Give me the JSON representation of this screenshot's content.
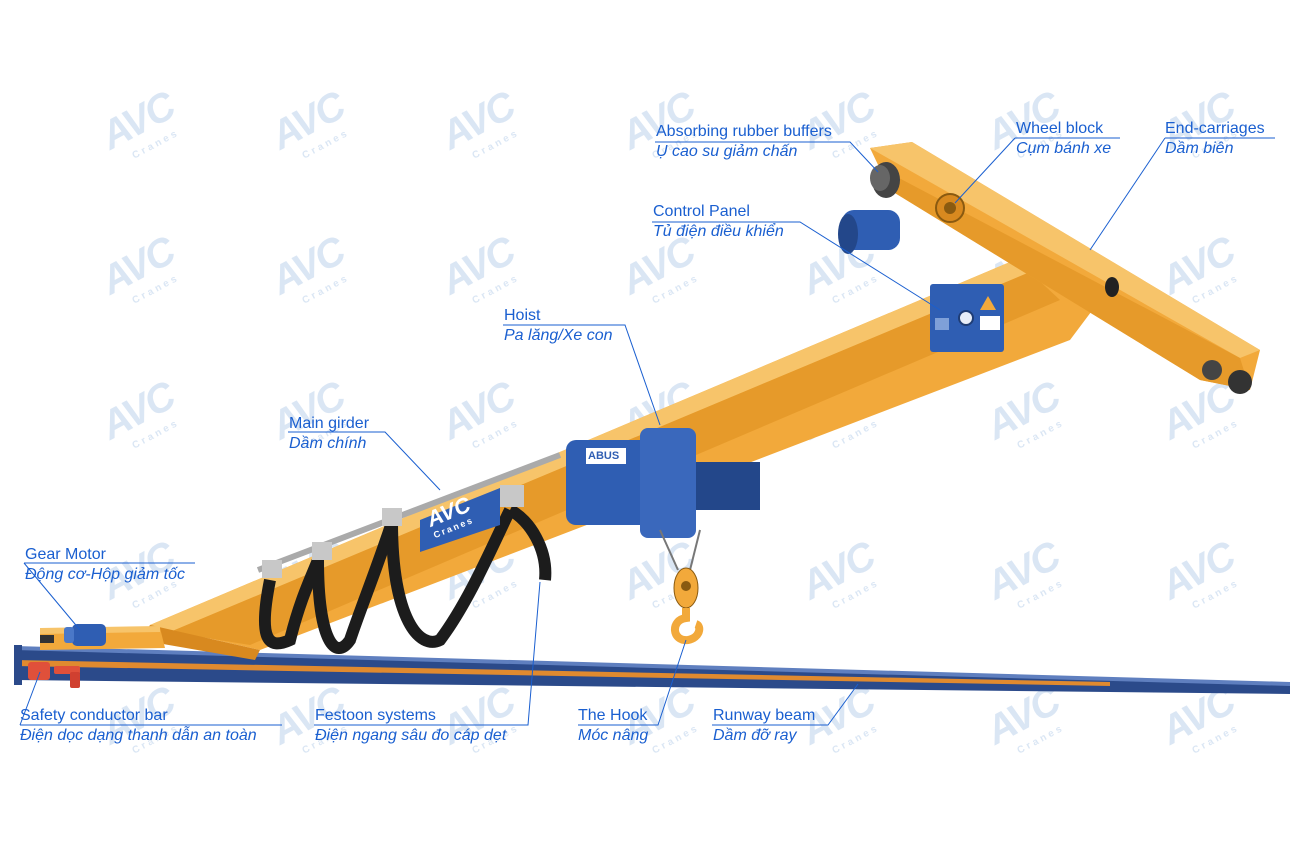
{
  "watermark": {
    "brand": "AVC",
    "sub": "Cranes"
  },
  "labels": {
    "absorbing_buffers": {
      "en": "Absorbing rubber buffers",
      "vi": "Ụ cao su giảm chấn"
    },
    "wheel_block": {
      "en": "Wheel block",
      "vi": "Cụm bánh xe"
    },
    "end_carriages": {
      "en": "End-carriages",
      "vi": "Dầm biên"
    },
    "control_panel": {
      "en": "Control Panel",
      "vi": "Tủ điện điều khiển"
    },
    "hoist": {
      "en": "Hoist",
      "vi": "Pa lăng/Xe con"
    },
    "main_girder": {
      "en": "Main girder",
      "vi": "Dầm chính"
    },
    "gear_motor": {
      "en": "Gear Motor",
      "vi": "Động cơ-Hộp giảm tốc"
    },
    "safety_conductor": {
      "en": "Safety conductor bar",
      "vi": "Điện dọc dạng thanh dẫn an toàn"
    },
    "festoon": {
      "en": "Festoon systems",
      "vi": "Điện ngang sâu đo cáp dẹt"
    },
    "hook": {
      "en": "The Hook",
      "vi": "Móc nâng"
    },
    "runway_beam": {
      "en": "Runway beam",
      "vi": "Dầm đỡ ray"
    }
  },
  "girder_logo": {
    "brand": "AVC",
    "sub": "Cranes"
  },
  "hoist_brand": "ABUS",
  "colors": {
    "girder": "#f2a93b",
    "blue": "#2f5eb3",
    "label": "#1a5fd0",
    "runway": "#2b4a8a",
    "festoon": "#1c1c1c"
  }
}
